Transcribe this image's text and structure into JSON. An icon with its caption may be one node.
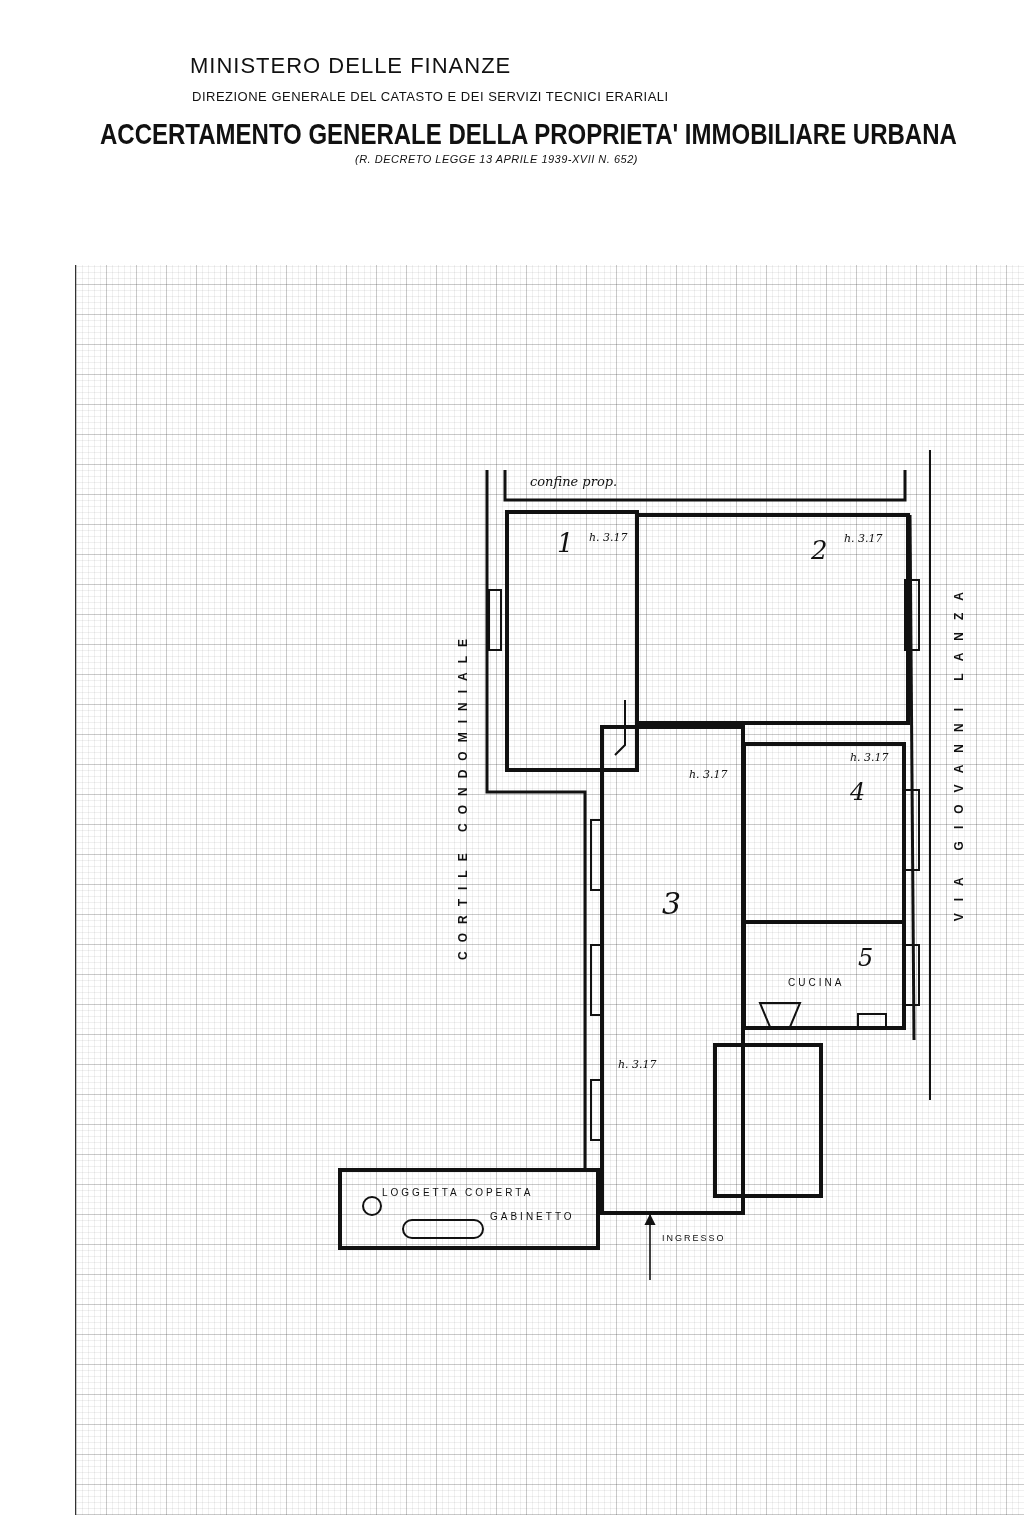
{
  "diagram": {
    "title": "ACCERTAMENTO GENERALE DELLA PROPRIETA' IMMOBILIARE URBANA",
    "nodes": [
      {
        "text": [
          "1",
          "h. 3.17"
        ]
      },
      {
        "text": [
          "2",
          "h. 3.17"
        ]
      },
      {
        "text": [
          "h. 3.17",
          "3",
          "h. 3.17"
        ]
      },
      {
        "text": [
          "h. 3.17",
          "4"
        ]
      },
      {
        "text": [
          "5",
          "CUCINA"
        ]
      },
      {
        "text": [],
        "shape": "box"
      },
      {
        "text": [
          "LOGGETTA COPERTA",
          "GABINETTO"
        ]
      }
    ],
    "edges": [
      {
        "from": null,
        "to": 2,
        "arrow": "to"
      }
    ],
    "labels": [
      "MINISTERO DELLE FINANZE",
      "DIREZIONE GENERALE DEL CATASTO E DEI SERVIZI TECNICI ERARIALI",
      "(R. DECRETO LEGGE 13 APRILE 1939-XVII N. 652)",
      "confine prop.",
      "CORTILE CONDOMINIALE",
      "VIA GIOVANNI LANZA",
      "INGRESSO"
    ]
  }
}
